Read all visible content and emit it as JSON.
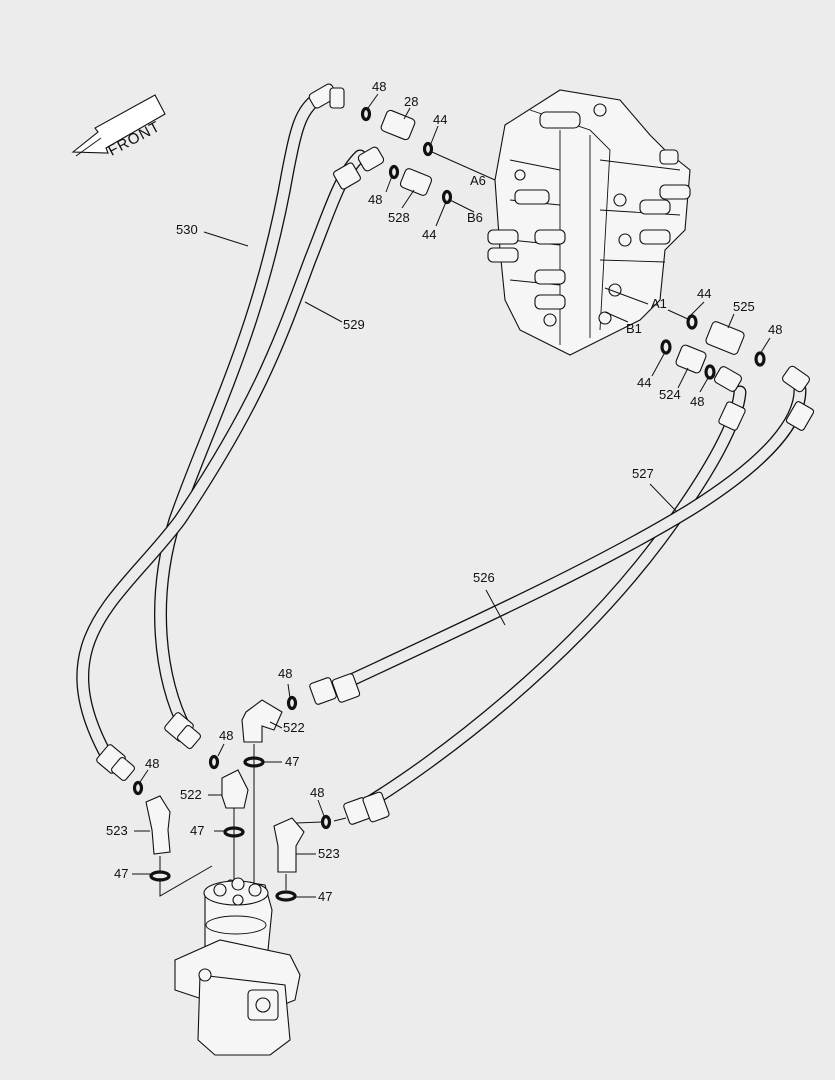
{
  "direction": "FRONT",
  "ports": {
    "a6": "A6",
    "b6": "B6",
    "a1": "A1",
    "b1": "B1"
  },
  "callouts": {
    "p48_1": "48",
    "p28": "28",
    "p44_1": "44",
    "p48_2": "48",
    "p528": "528",
    "p44_2": "44",
    "p530": "530",
    "p529": "529",
    "p44_3": "44",
    "p525": "525",
    "p48_3": "48",
    "p44_4": "44",
    "p524": "524",
    "p48_4": "48",
    "p527": "527",
    "p526": "526",
    "p48_5": "48",
    "p522_1": "522",
    "p47_1": "47",
    "p48_6": "48",
    "p522_2": "522",
    "p47_2": "47",
    "p48_7": "48",
    "p523_1": "523",
    "p47_3": "47",
    "p48_8": "48",
    "p523_2": "523",
    "p47_4": "47"
  }
}
